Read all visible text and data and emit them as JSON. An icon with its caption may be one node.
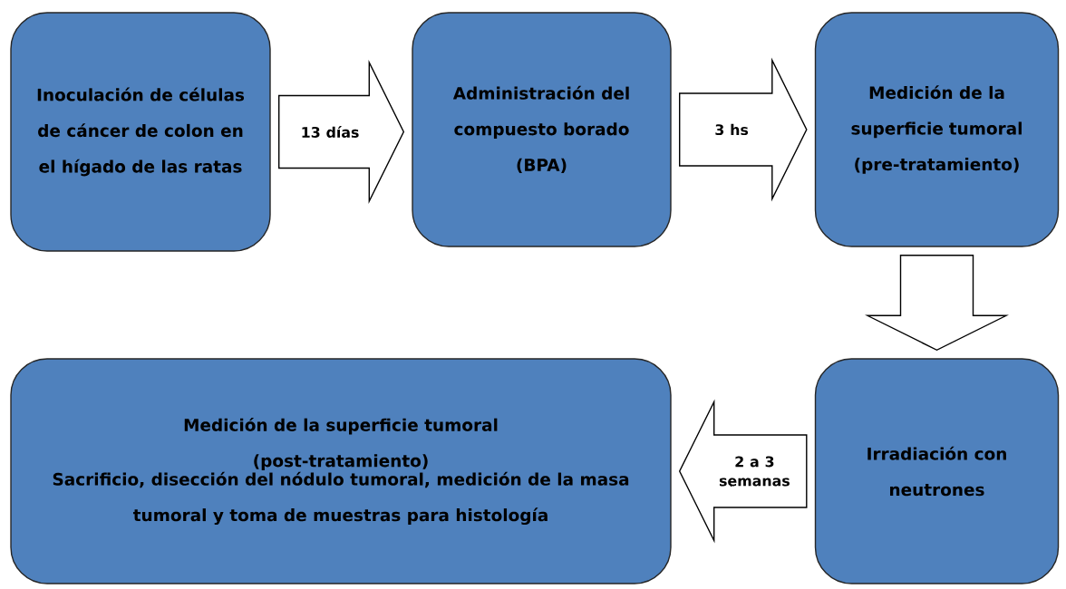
{
  "diagram": {
    "nodes": [
      {
        "text": [
          "Inoculación de células de cáncer de colon en el hígado de las ratas"
        ]
      },
      {
        "text": [
          "Administración del compuesto borado (BPA)"
        ]
      },
      {
        "text": [
          "Medición de la superficie tumoral (pre-tratamiento)"
        ]
      },
      {
        "text": [
          "Irradiación con neutrones"
        ]
      },
      {
        "text": [
          "Medición de la superficie tumoral (post-tratamiento)",
          "Sacrificio, disección del nódulo tumoral, medición de la masa tumoral y toma de muestras para histología"
        ]
      }
    ],
    "edges": [
      {
        "from": 0,
        "to": 1,
        "arrow": "to",
        "label": "13 días"
      },
      {
        "from": 1,
        "to": 2,
        "arrow": "to",
        "label": "3 hs"
      },
      {
        "from": 2,
        "to": 3,
        "arrow": "to"
      },
      {
        "from": 3,
        "to": 4,
        "arrow": "to",
        "label": "2 a 3 semanas"
      }
    ]
  }
}
